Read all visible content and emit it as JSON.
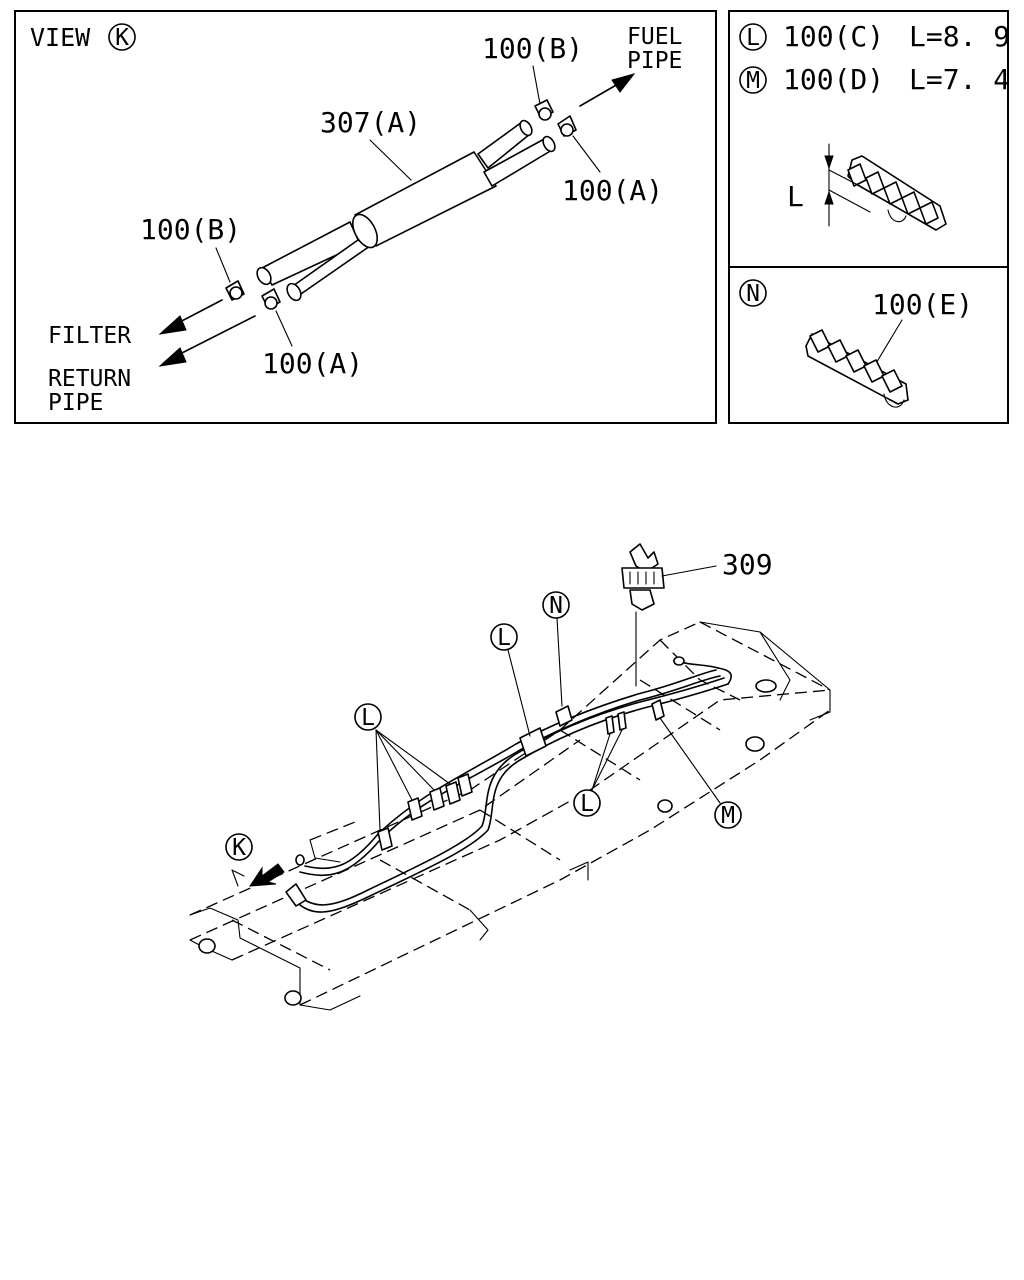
{
  "view_k_panel": {
    "view_label": "VIEW",
    "view_letter": "K",
    "callouts": {
      "hose_307a": "307(A)",
      "clip_100b_top": "100(B)",
      "clip_100a_top": "100(A)",
      "clip_100b_left": "100(B)",
      "clip_100a_bottom": "100(A)"
    },
    "fuel_pipe": [
      "FUEL",
      "PIPE"
    ],
    "filter": "FILTER",
    "return_pipe": [
      "RETURN",
      "PIPE"
    ]
  },
  "clip_lm_panel": {
    "row_l": {
      "letter": "L",
      "part": "100(C)",
      "length": "L=8. 9"
    },
    "row_m": {
      "letter": "M",
      "part": "100(D)",
      "length": "L=7. 4"
    },
    "dimension_label": "L"
  },
  "clip_n_panel": {
    "letter": "N",
    "part": "100(E)"
  },
  "chassis_view": {
    "bracket_label": "309",
    "callouts": {
      "n_clip": "N",
      "l_upper": "L",
      "l_group": "L",
      "l_pair": "L",
      "m_clip": "M",
      "k_view": "K"
    }
  }
}
